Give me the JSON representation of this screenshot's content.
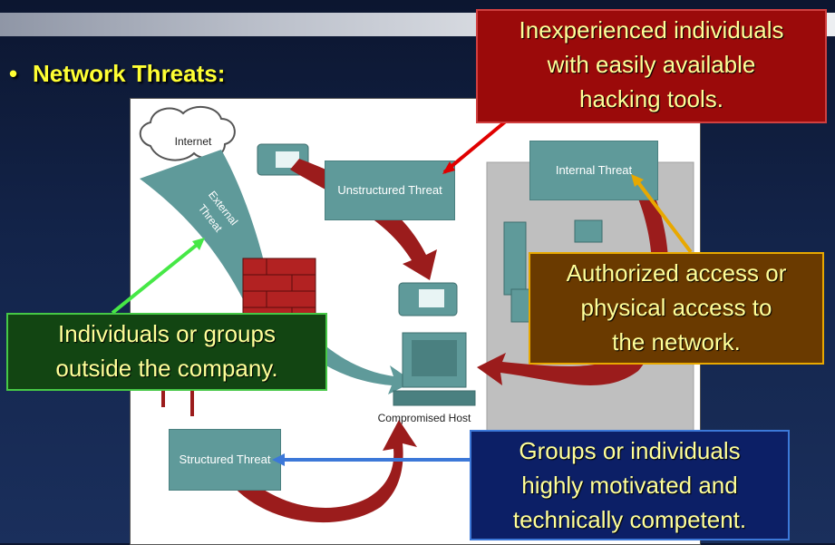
{
  "slide": {
    "title": "Network Threats:",
    "bullet": "•"
  },
  "figure": {
    "internet_label": "Internet",
    "external_threat_label": "External Threat",
    "unstructured_threat": "Unstructured Threat",
    "internal_threat": "Internal Threat",
    "structured_threat": "Structured Threat",
    "compromised_host": "Compromised Host"
  },
  "callouts": {
    "unstructured": [
      "Inexperienced individuals",
      "with easily available",
      "hacking tools."
    ],
    "internal": [
      "Authorized access or",
      "physical access to",
      "the network."
    ],
    "external": [
      "Individuals or groups",
      "outside the company."
    ],
    "structured": [
      "Groups or individuals",
      "highly motivated and",
      "technically competent."
    ]
  },
  "colors": {
    "title_yellow": "#ffff33",
    "callout_text": "#ffff99",
    "teal_box": "#5f9a9a",
    "arrow_red": "#9b1c1c",
    "red_callout_bg": "#9b0a0a",
    "brown_callout_bg": "#6a3a00",
    "green_callout_bg": "#124512",
    "blue_callout_bg": "#0c1f66"
  },
  "icons": [
    "bullet-icon",
    "cloud-icon",
    "phone-icon",
    "firewall-icon",
    "computer-icon",
    "server-icon"
  ]
}
